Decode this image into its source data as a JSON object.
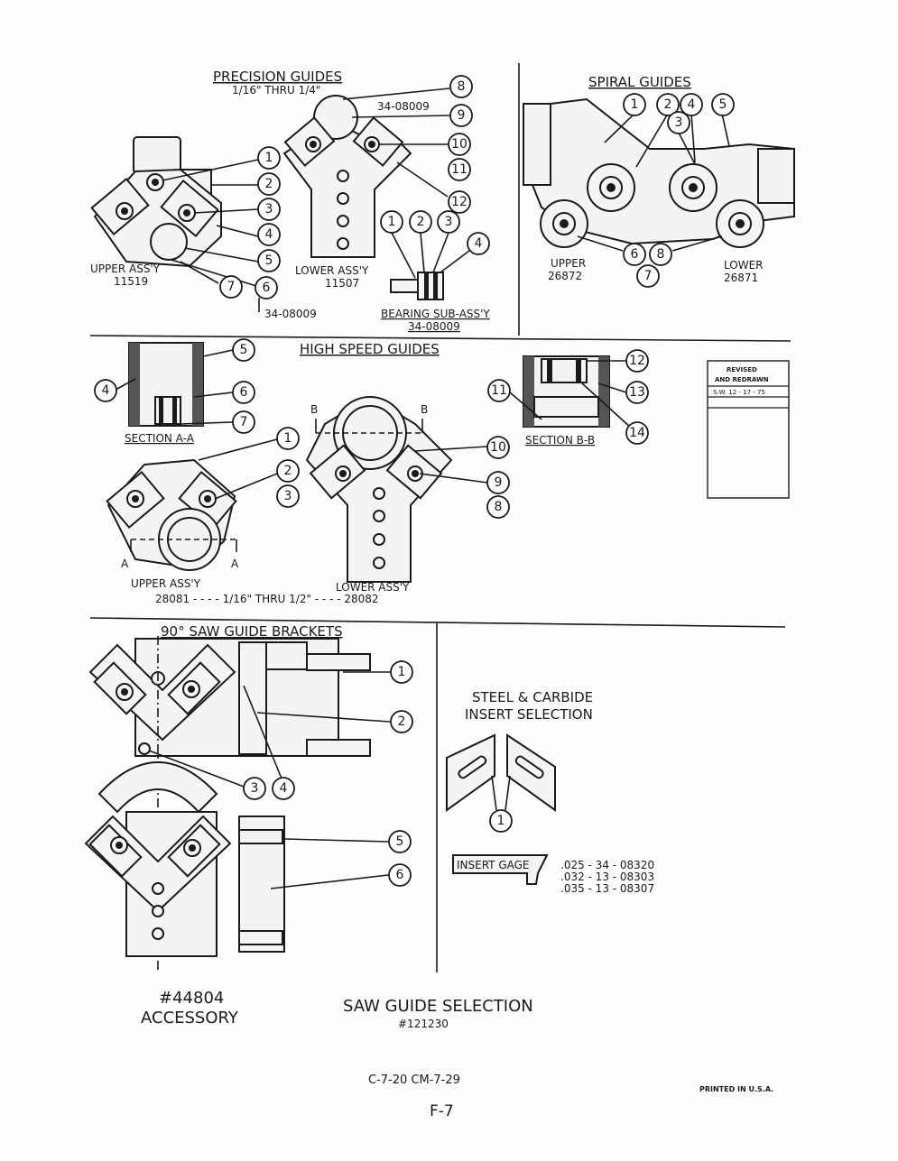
{
  "precision": {
    "title": "PRECISION GUIDES",
    "subtitle": "1/16\" THRU 1/4\"",
    "part_code": "34-08009",
    "upper_label": "UPPER ASS'Y",
    "upper_num": "11519",
    "lower_label": "LOWER ASS'Y",
    "lower_num": "11507",
    "bottom_code": "34-08009",
    "bearing_label": "BEARING SUB-ASS'Y",
    "bearing_num": "34-08009",
    "callouts": [
      "8",
      "9",
      "10",
      "11",
      "12",
      "1",
      "2",
      "3",
      "4",
      "5",
      "6",
      "7"
    ],
    "bearing_callouts": [
      "1",
      "2",
      "3",
      "4"
    ]
  },
  "spiral": {
    "title": "SPIRAL GUIDES",
    "upper_label": "UPPER",
    "upper_num": "26872",
    "lower_label": "LOWER",
    "lower_num": "26871",
    "callouts": [
      "1",
      "2",
      "4",
      "5",
      "3",
      "6",
      "8",
      "7"
    ]
  },
  "highspeed": {
    "title": "HIGH SPEED GUIDES",
    "section_a": "SECTION A-A",
    "section_b": "SECTION B-B",
    "upper_label": "UPPER ASS'Y",
    "lower_label": "LOWER ASS'Y",
    "range_line": "28081 - - - - 1/16\" THRU 1/2\" - - - - 28082",
    "callouts_a": [
      "5",
      "4",
      "6",
      "7"
    ],
    "callouts_main": [
      "1",
      "2",
      "3",
      "10",
      "9",
      "8"
    ],
    "callouts_b": [
      "12",
      "11",
      "13",
      "14"
    ],
    "section_marks": [
      "A",
      "A",
      "B",
      "B"
    ]
  },
  "revision": {
    "line1": "REVISED",
    "line2": "AND REDRAWN",
    "line3": "S.W. 12 - 17 - 75"
  },
  "brackets": {
    "title": "90° SAW GUIDE BRACKETS",
    "callouts": [
      "1",
      "2",
      "3",
      "4",
      "5",
      "6"
    ]
  },
  "insert": {
    "title_line1": "STEEL & CARBIDE",
    "title_line2": "INSERT SELECTION",
    "callout": "1",
    "gage_label": "INSERT GAGE",
    "gage_codes": [
      ".025 - 34 - 08320",
      ".032 - 13 - 08303",
      ".035 - 13 - 08307"
    ]
  },
  "footer": {
    "accessory_num": "#44804",
    "accessory_label": "ACCESSORY",
    "selection_title": "SAW GUIDE SELECTION",
    "selection_num": "#121230",
    "codes": "C-7-20   CM-7-29",
    "printed": "PRINTED IN U.S.A.",
    "page": "F-7"
  }
}
